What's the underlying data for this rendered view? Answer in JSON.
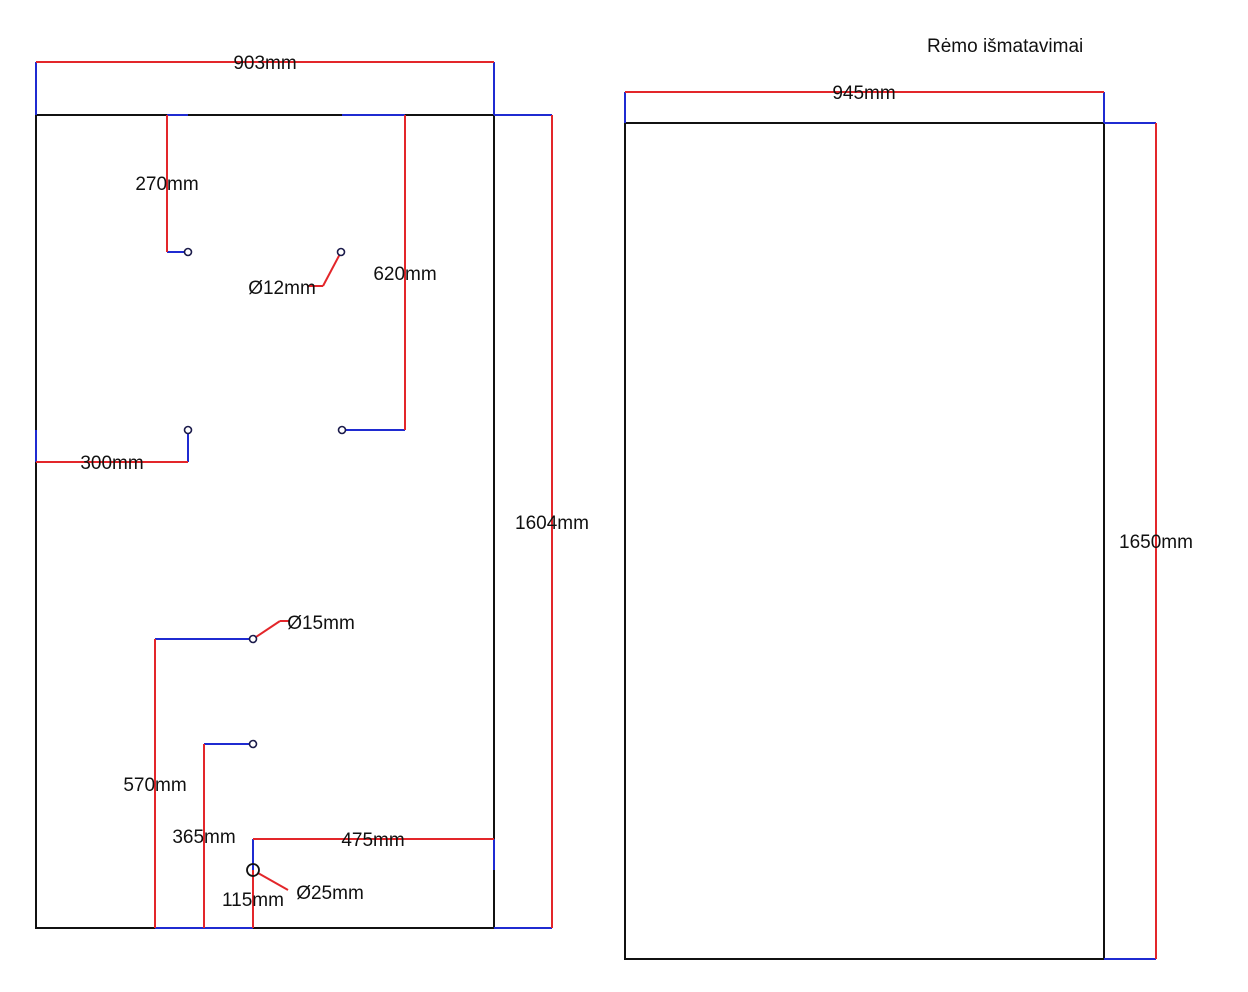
{
  "title": "Rėmo išmatavimai",
  "colors": {
    "outline": "#111111",
    "dimension_line": "#e3262a",
    "extension_line": "#1f2bd1",
    "background": "#ffffff"
  },
  "panel": {
    "width_label": "903mm",
    "height_label": "1604mm",
    "dimensions": {
      "top_hole_from_top": "270mm",
      "right_hole_from_top": "620mm",
      "middle_hole_from_left": "300mm",
      "small_hole_diameter": "Ø12mm",
      "medium_hole_diameter": "Ø15mm",
      "large_hole_diameter": "Ø25mm",
      "hole_570": "570mm",
      "hole_365": "365mm",
      "hole_115": "115mm",
      "hole_475": "475mm"
    }
  },
  "frame": {
    "width_label": "945mm",
    "height_label": "1650mm"
  }
}
